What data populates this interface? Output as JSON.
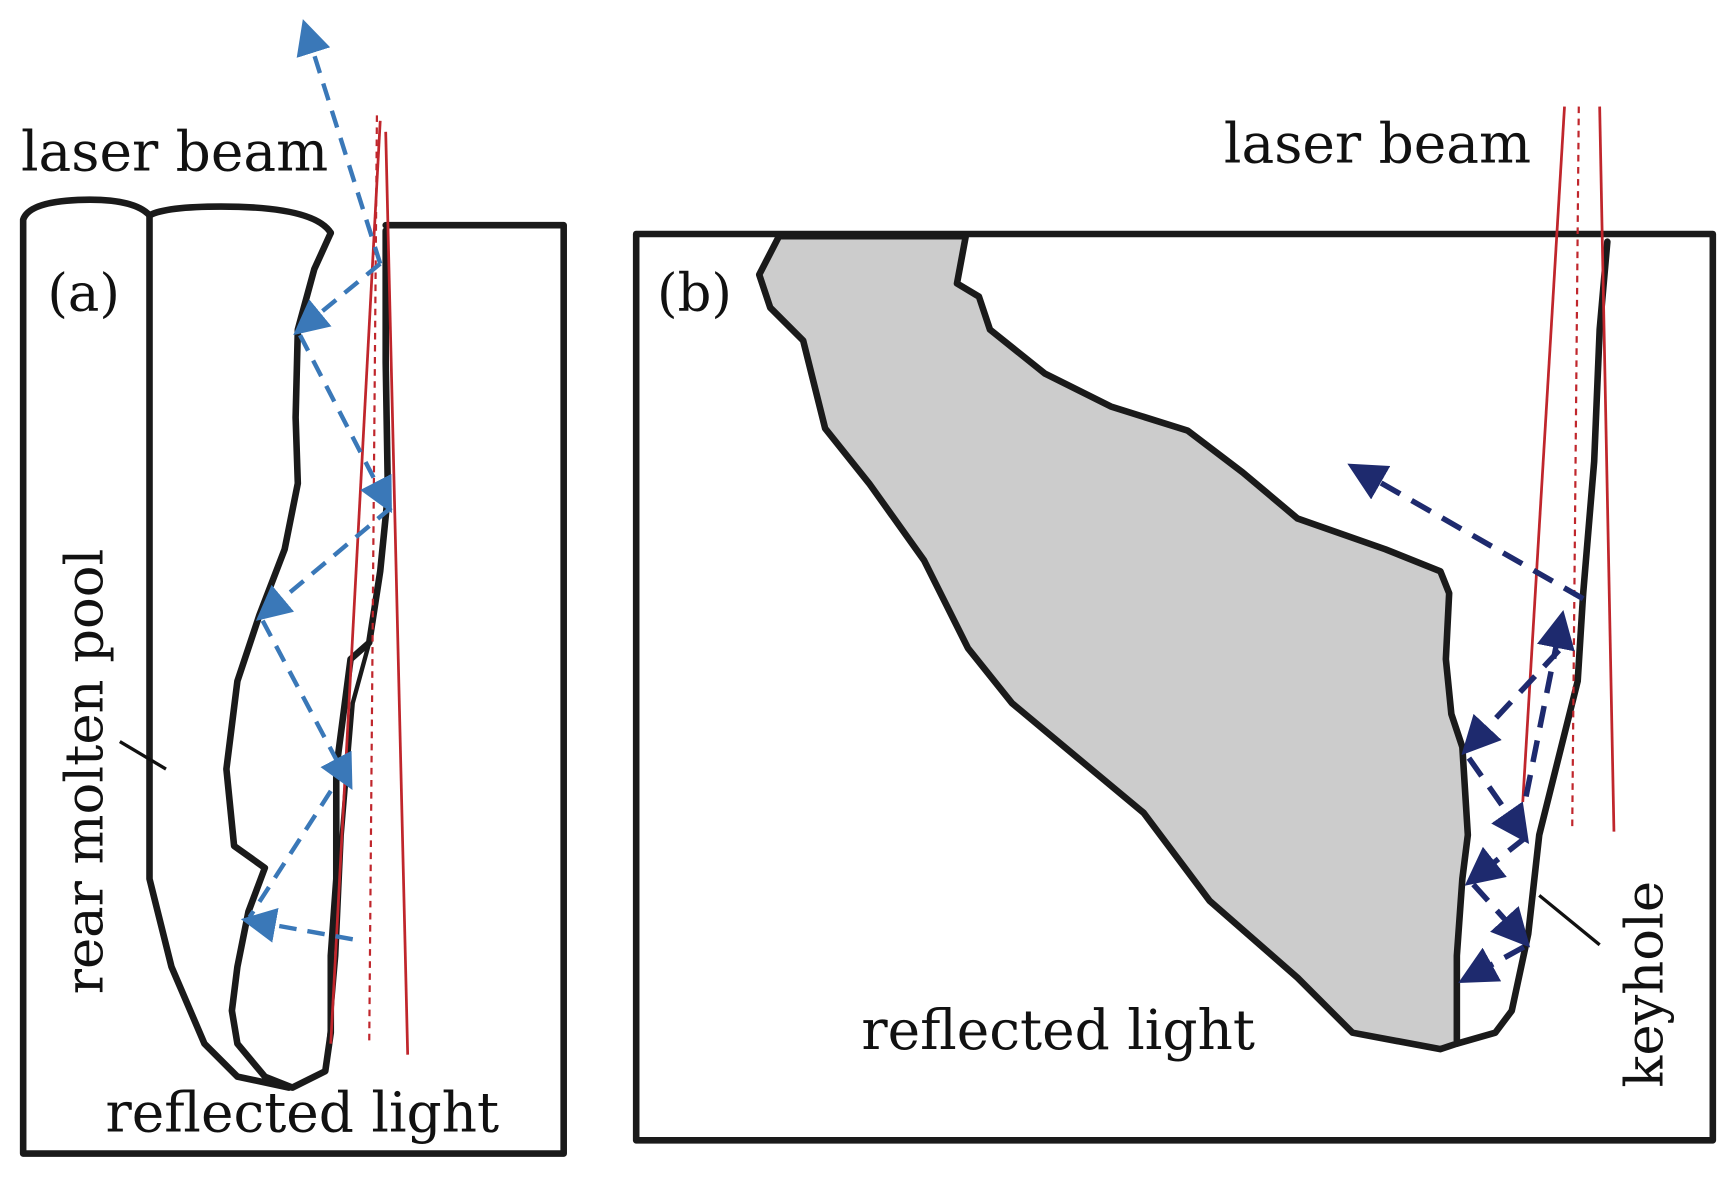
{
  "panel_a": {
    "tag": "(a)",
    "laser_label": "laser beam",
    "pool_label": "rear molten pool",
    "reflected_label": "reflected light"
  },
  "panel_b": {
    "tag": "(b)",
    "laser_label": "laser beam",
    "keyhole_label": "keyhole",
    "reflected_label": "reflected light"
  },
  "colors": {
    "laser": "#c0262c",
    "reflected_a": "#3a78b8",
    "reflected_b": "#1e2a6e",
    "molten_fill": "#cccccc"
  }
}
